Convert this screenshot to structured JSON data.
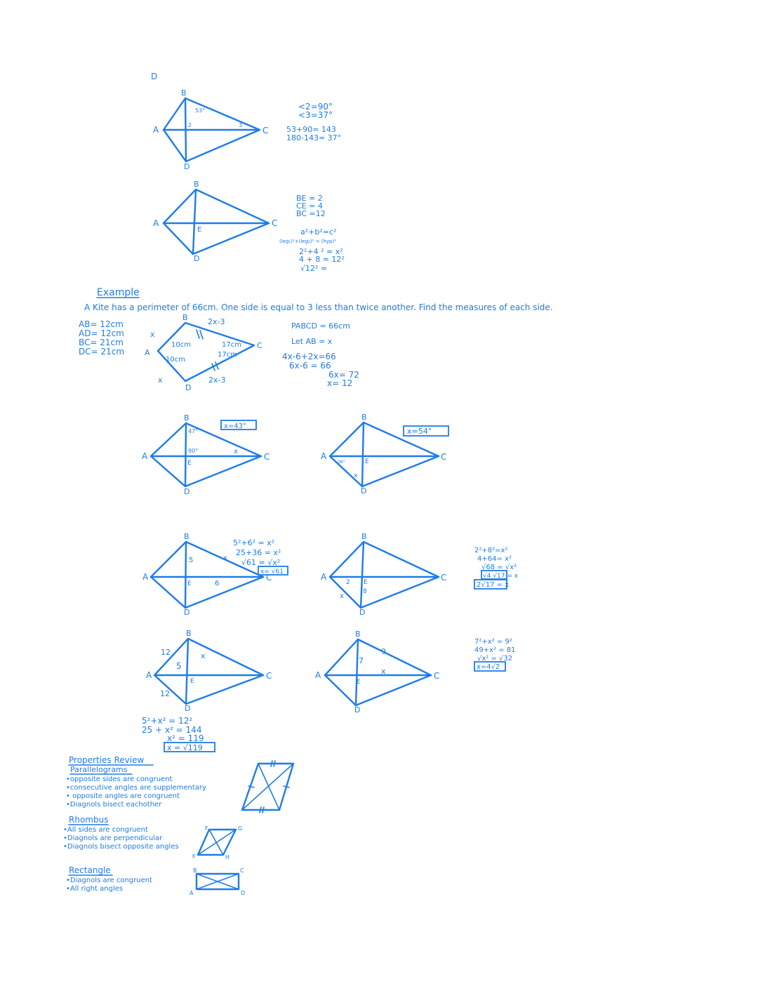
{
  "colors": {
    "ink": "#1e7ce8",
    "background": "#ffffff"
  },
  "fig1": {
    "top_letter": "D",
    "B": "B",
    "A": "A",
    "C": "C",
    "D": "D",
    "angle53": "53°",
    "a2": "2",
    "a3": "3",
    "notes": [
      "<2=90°",
      "<3=37°",
      "53+90= 143",
      "180-143= 37°"
    ]
  },
  "fig2": {
    "B": "B",
    "A": "A",
    "C": "C",
    "D": "D",
    "E": "E",
    "notes": [
      "BE = 2",
      "CE = 4",
      "BC =12",
      "a²+b²=c²",
      "(leg₁)²+(leg₂)² = (hyp)²",
      "2²+4 ² = x²",
      "4 + 8 = 12²",
      "√12² ="
    ]
  },
  "example": {
    "heading": "Example",
    "problem": "A Kite has a perimeter of 66cm. One side is equal to 3 less than twice another. Find the measures of each side.",
    "sides": [
      "AB= 12cm",
      "AD= 12cm",
      "BC= 21cm",
      "DC= 21cm"
    ],
    "labels": {
      "B": "B",
      "A": "A",
      "C": "C",
      "D": "D",
      "x_top": "x",
      "x_bottom": "x",
      "top_right": "2x-3",
      "bottom_right": "2x-3",
      "ab": "10cm",
      "ad": "10cm",
      "bc": "17cm",
      "dc": "17cm"
    },
    "work": [
      "PABCD = 66cm",
      "Let AB = x",
      "4x-6+2x=66",
      "6x-6 = 66",
      "6x= 72",
      "x= 12"
    ]
  },
  "fig4": {
    "B": "B",
    "A": "A",
    "C": "C",
    "D": "D",
    "E": "E",
    "angle47": "47°",
    "angle90": "90°",
    "x": "x",
    "answer": "x=43°"
  },
  "fig5": {
    "B": "B",
    "A": "A",
    "C": "C",
    "D": "D",
    "E": "E",
    "angle36": "36°",
    "x": "x",
    "answer": "x=54°"
  },
  "fig6": {
    "B": "B",
    "A": "A",
    "C": "C",
    "D": "D",
    "E": "E",
    "five": "5",
    "six": "6",
    "x": "x",
    "work": [
      "5²+6² = x²",
      "25+36 = x²",
      "√61 = √x²"
    ],
    "answer": "x= √61"
  },
  "fig7": {
    "B": "B",
    "A": "A",
    "C": "C",
    "D": "D",
    "E": "E",
    "two": "2",
    "eight": "8",
    "x": "x",
    "work": [
      "2²+8²=x²",
      "4+64= x²",
      "√68 = √x²"
    ],
    "answer1": "√4 √17 = x",
    "answer2": "2√17 = x"
  },
  "fig8": {
    "B": "B",
    "A": "A",
    "C": "C",
    "D": "D",
    "E": "E",
    "twelve_top": "12",
    "twelve_bottom": "12",
    "five": "5",
    "x": "x",
    "work": [
      "5²+x² = 12²",
      "25 + x² = 144",
      "x² = 119"
    ],
    "answer": "x = √119"
  },
  "fig9": {
    "B": "B",
    "A": "A",
    "C": "C",
    "D": "D",
    "E": "E",
    "seven": "7",
    "nine": "9",
    "x": "x",
    "work": [
      "7²+x² = 9²",
      "49+x² = 81",
      "√x² = √32"
    ],
    "answer": "x=4√2"
  },
  "properties": {
    "title": "Properties Review",
    "parallelograms": {
      "title": "Parallelograms",
      "items": [
        "•opposite sides are congruent",
        "•consecutive angles are supplementary",
        "• opposite angles are congruent",
        "•Diagnols bisect eachother"
      ]
    },
    "rhombus": {
      "title": "Rhombus",
      "items": [
        "•All sides are congruent",
        "•Diagnols are perpendicular",
        "•Diagnols bisect opposite angles"
      ],
      "labels": {
        "F": "F",
        "G": "G",
        "E": "E",
        "H": "H"
      }
    },
    "rectangle": {
      "title": "Rectangle",
      "items": [
        "•Diagnols are congruent",
        "•All right angles"
      ],
      "labels": {
        "B": "B",
        "C": "C",
        "A": "A",
        "D": "D"
      }
    }
  }
}
